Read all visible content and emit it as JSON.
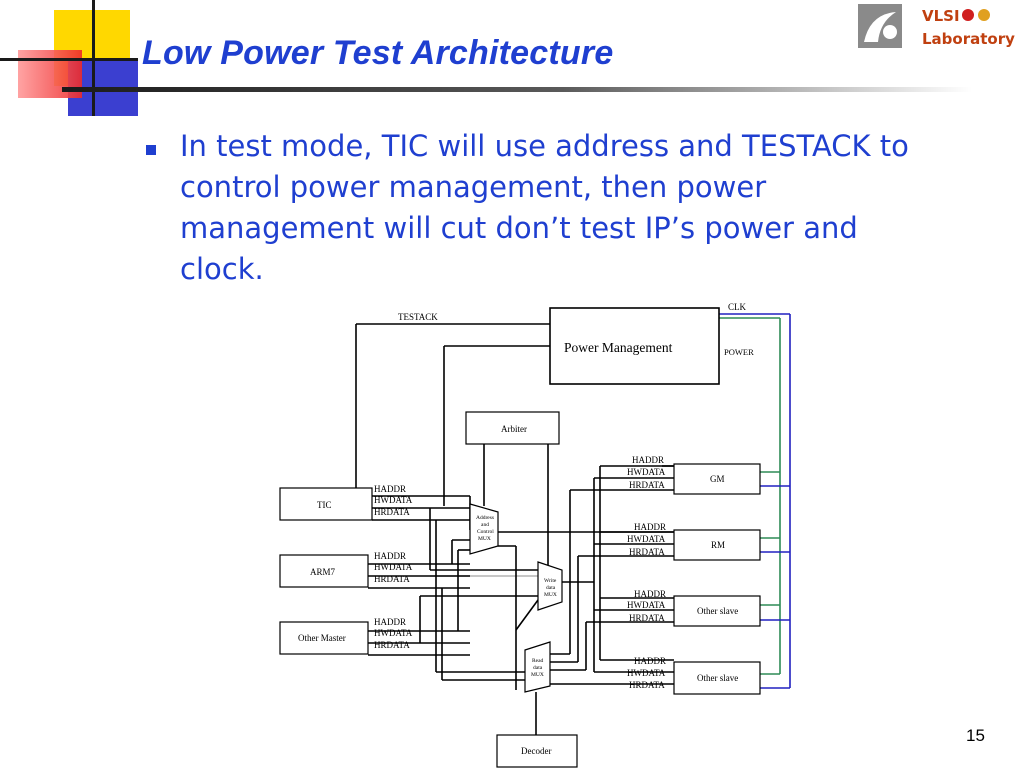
{
  "slide": {
    "title": "Low Power Test Architecture",
    "bullet": "In test mode, TIC will use address and TESTACK to control power management, then power management will cut don’t test IP’s power and clock.",
    "page_number": "15"
  },
  "logo": {
    "line1": "VLSI",
    "line2": "Laboratory"
  },
  "diagram": {
    "blocks": {
      "power_management": "Power Management",
      "arbiter": "Arbiter",
      "tic": "TIC",
      "arm7": "ARM7",
      "other_master": "Other Master",
      "gm": "GM",
      "rm": "RM",
      "other_slave": "Other slave",
      "decoder": "Decoder"
    },
    "muxes": {
      "address_control": [
        "Address",
        "and",
        "Control",
        "MUX"
      ],
      "write_data": [
        "Write",
        "data",
        "MUX"
      ],
      "read_data": [
        "Read",
        "data",
        "MUX"
      ]
    },
    "signals": {
      "testack": "TESTACK",
      "clk": "CLK",
      "power": "POWER",
      "haddr": "HADDR",
      "hwdata": "HWDATA",
      "hrdata": "HRDATA"
    },
    "colors": {
      "clk_line": "#2020c0",
      "power_line": "#2e8b57"
    }
  }
}
